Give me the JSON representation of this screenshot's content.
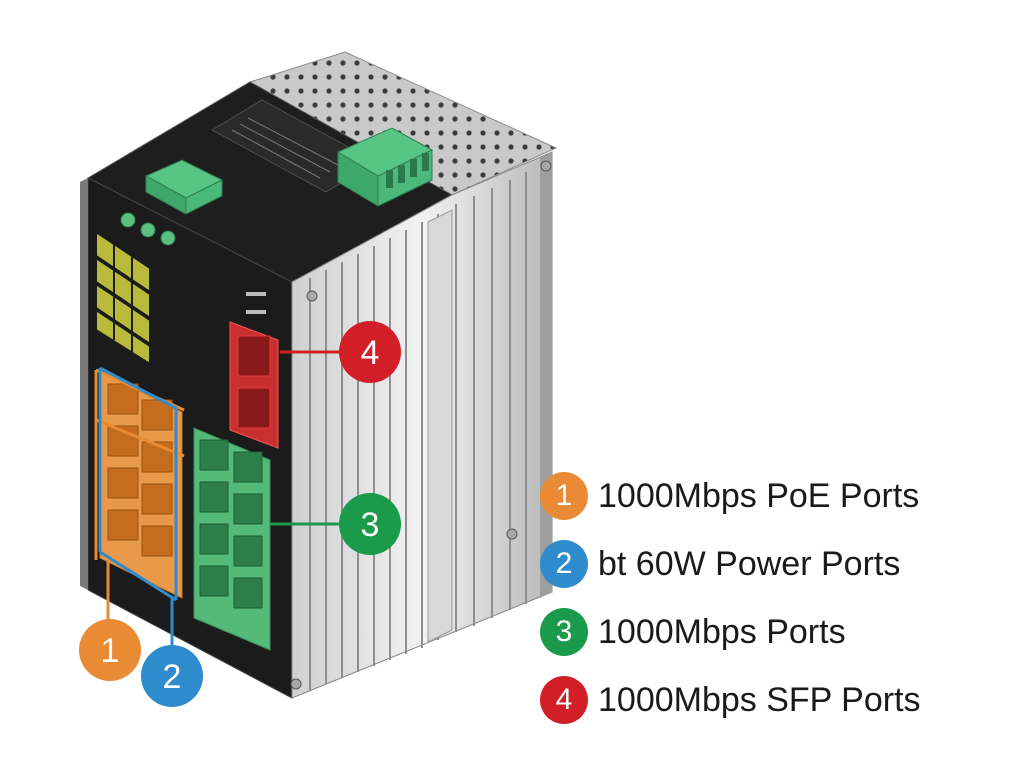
{
  "colors": {
    "poe": "#e98a35",
    "bt_power": "#2f8ccc",
    "gigabit": "#1a9a4a",
    "sfp": "#d11e27"
  },
  "callouts": [
    {
      "number": "1",
      "color": "#e98a35"
    },
    {
      "number": "2",
      "color": "#2f8ccc"
    },
    {
      "number": "3",
      "color": "#1a9a4a"
    },
    {
      "number": "4",
      "color": "#d11e27"
    }
  ],
  "legend": [
    {
      "number": "1",
      "label": "1000Mbps PoE Ports",
      "color": "#e98a35"
    },
    {
      "number": "2",
      "label": "bt 60W Power Ports",
      "color": "#2f8ccc"
    },
    {
      "number": "3",
      "label": "1000Mbps Ports",
      "color": "#1a9a4a"
    },
    {
      "number": "4",
      "label": "1000Mbps SFP Ports",
      "color": "#d11e27"
    }
  ]
}
